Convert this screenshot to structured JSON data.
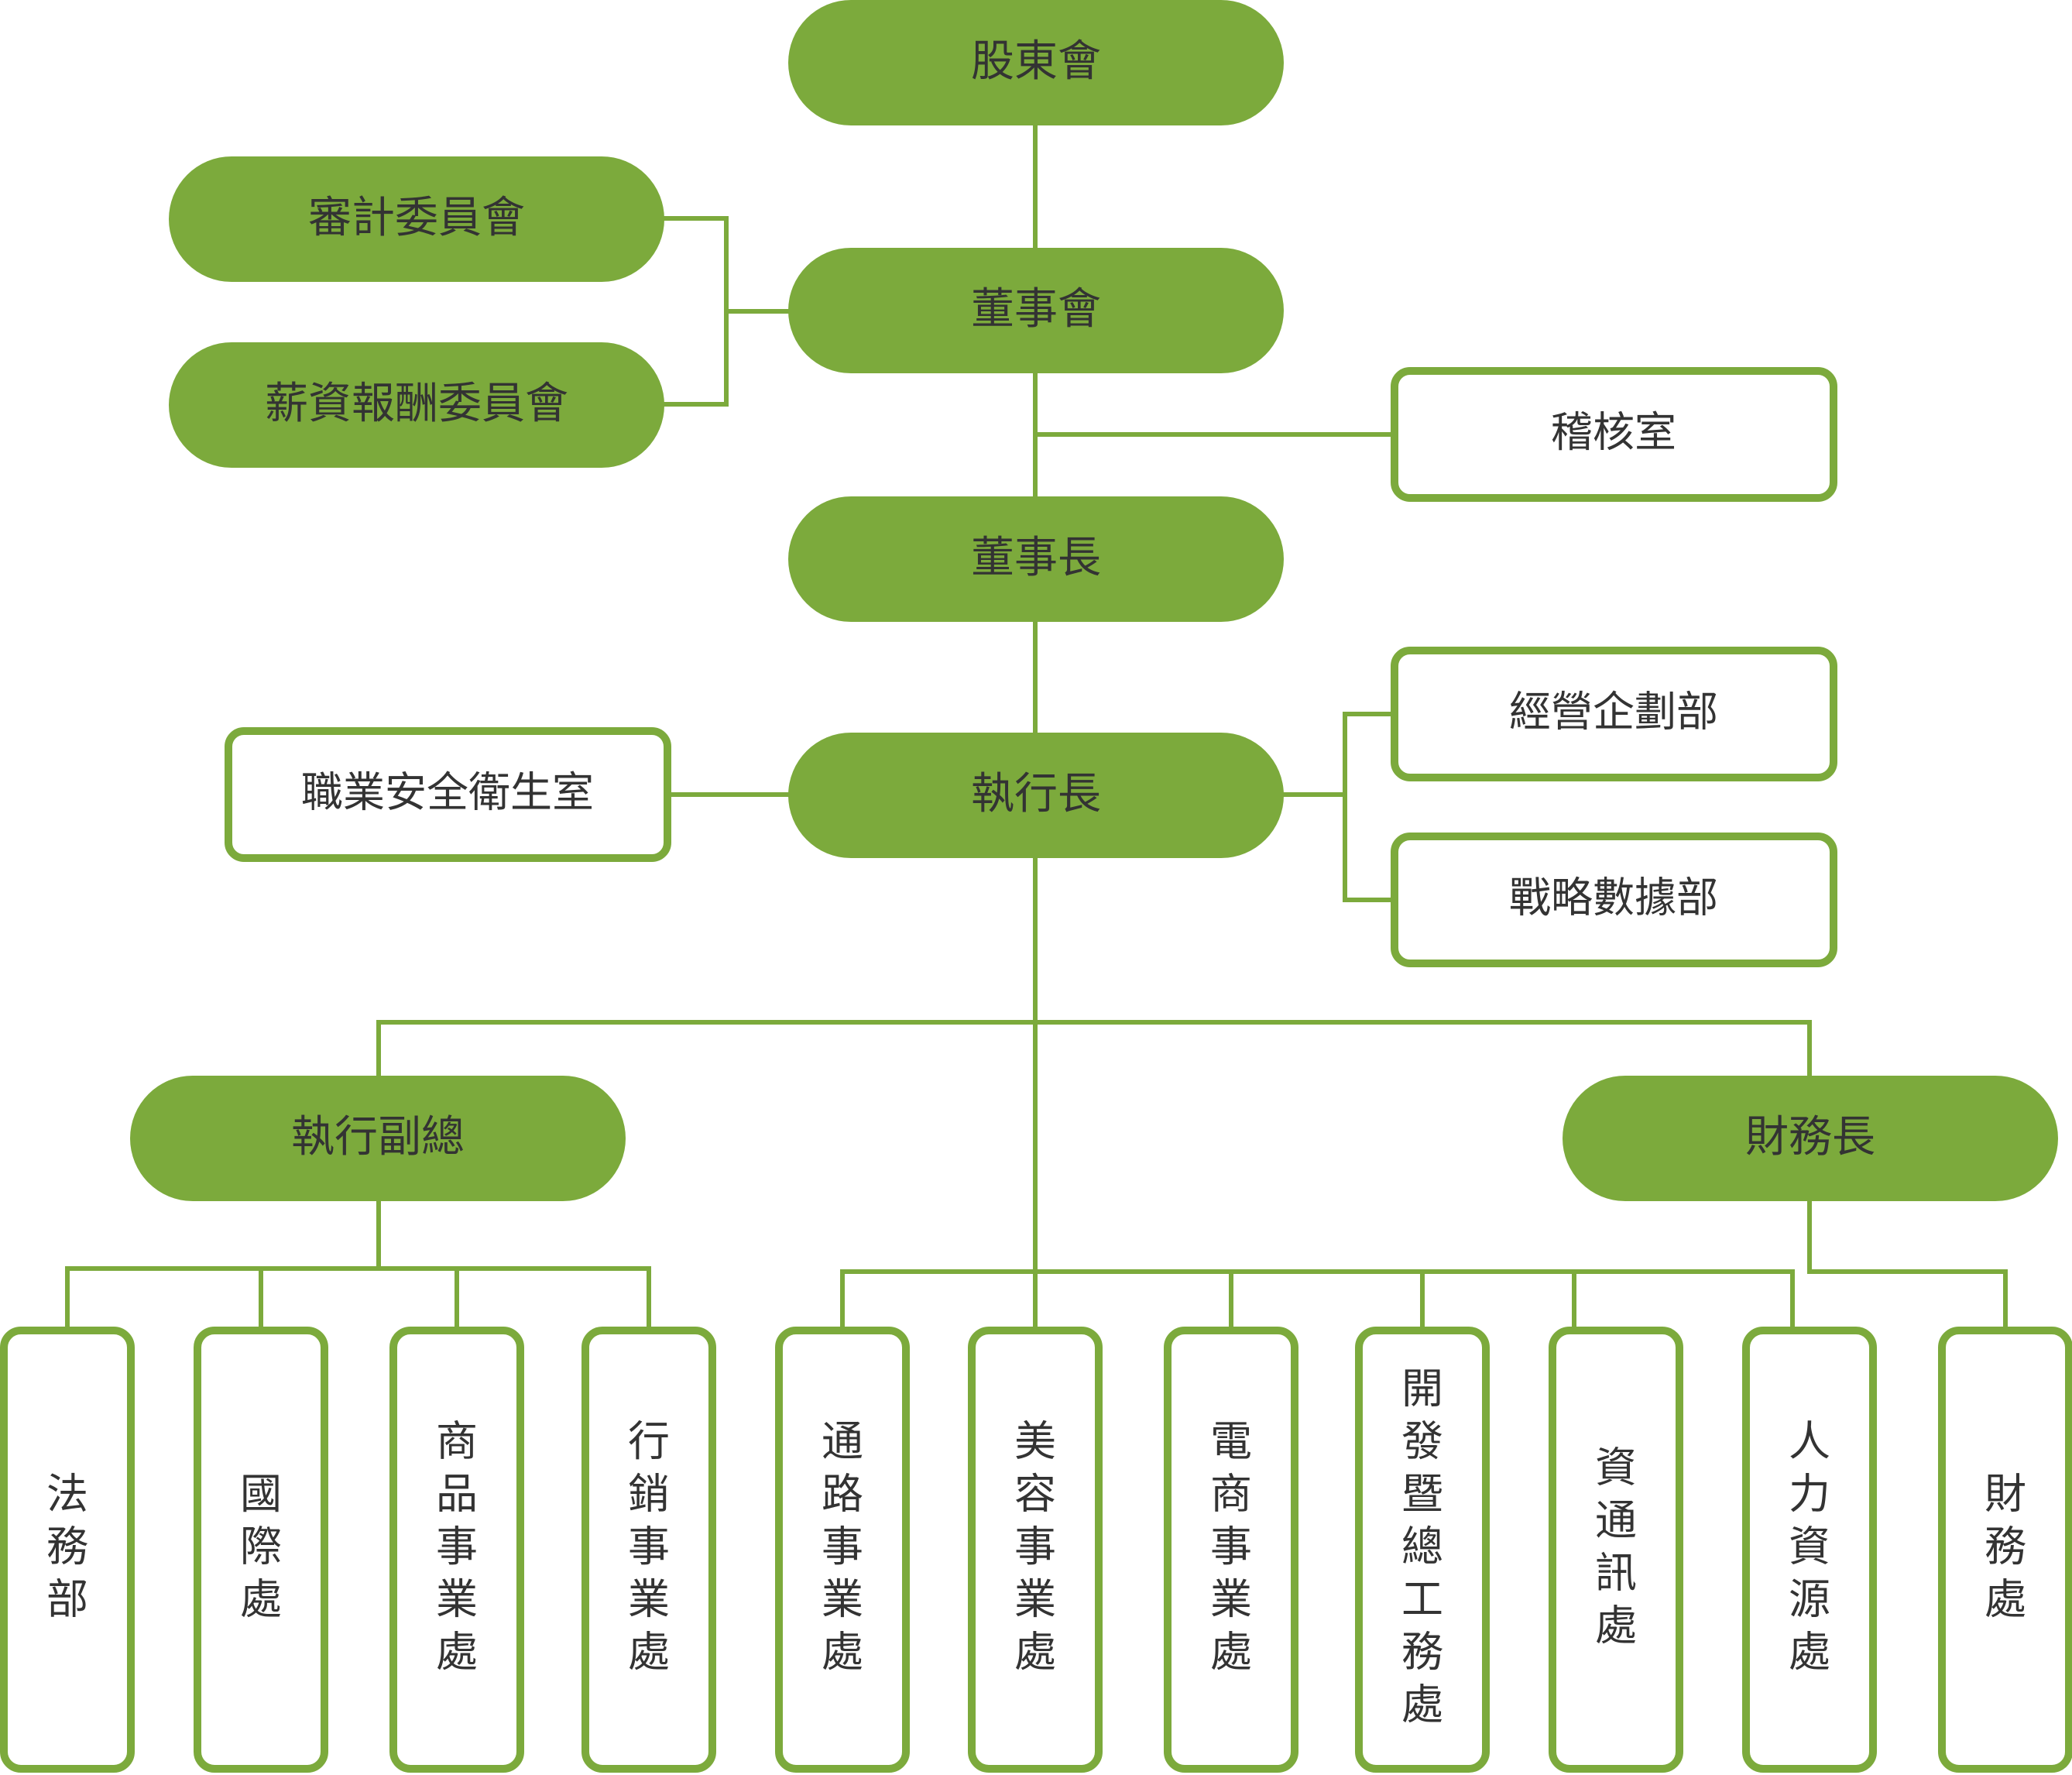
{
  "colors": {
    "accent": "#7caa3c",
    "fill_text": "#333333",
    "background": "#ffffff"
  },
  "nodes": {
    "shareholders": "股東會",
    "audit_committee": "審計委員會",
    "compensation_committee": "薪資報酬委員會",
    "board": "董事會",
    "audit_office": "稽核室",
    "chairman": "董事長",
    "business_planning": "經營企劃部",
    "ceo": "執行長",
    "ohs_office": "職業安全衛生室",
    "strategy_data": "戰略數據部",
    "evp": "執行副總",
    "cfo": "財務長",
    "legal": "法務部",
    "international": "國際處",
    "merchandise": "商品事業處",
    "marketing": "行銷事業處",
    "channel": "通路事業處",
    "beauty": "美容事業處",
    "ecommerce": "電商事業處",
    "development": "開發暨總工務處",
    "it": "資通訊處",
    "hr": "人力資源處",
    "finance": "財務處"
  }
}
